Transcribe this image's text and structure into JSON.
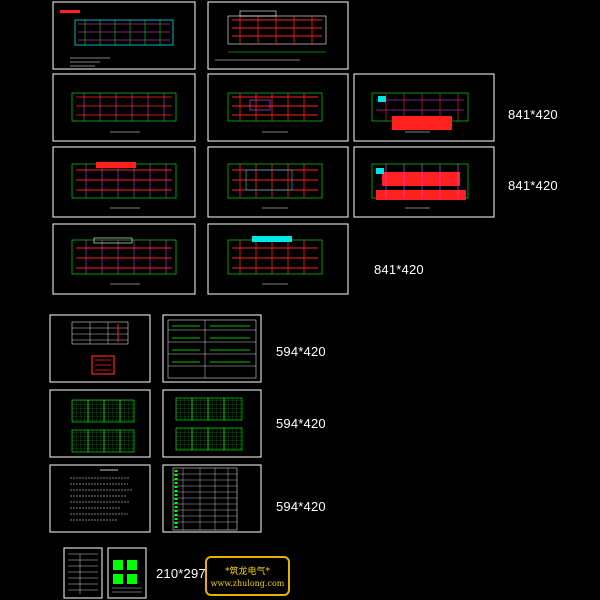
{
  "drawing_sheet": {
    "size_labels": {
      "row_a": "841*420",
      "row_b": "841*420",
      "row_c": "841*420",
      "row_d": "594*420",
      "row_e": "594*420",
      "row_f": "594*420",
      "row_g": "210*297"
    },
    "watermark": {
      "line1": "*筑龙电气*",
      "line2": "www.zhulong.com"
    },
    "colors": {
      "background": "#000000",
      "frame": "#ffffff",
      "wall": "#ff2020",
      "grid": "#00ff00",
      "cyan": "#00e5e5",
      "magenta": "#ff40ff",
      "stamp": "#e8b100"
    }
  }
}
